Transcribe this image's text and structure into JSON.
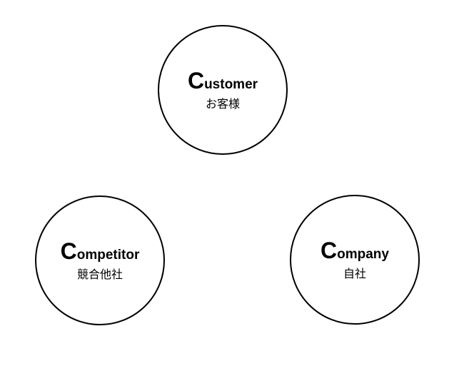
{
  "nodes": [
    {
      "initial": "C",
      "rest": "ustomer",
      "label": "Customer",
      "japanese": "お客様"
    },
    {
      "initial": "C",
      "rest": "ompetitor",
      "label": "Competitor",
      "japanese": "競合他社"
    },
    {
      "initial": "C",
      "rest": "ompany",
      "label": "Company",
      "japanese": "自社"
    }
  ]
}
